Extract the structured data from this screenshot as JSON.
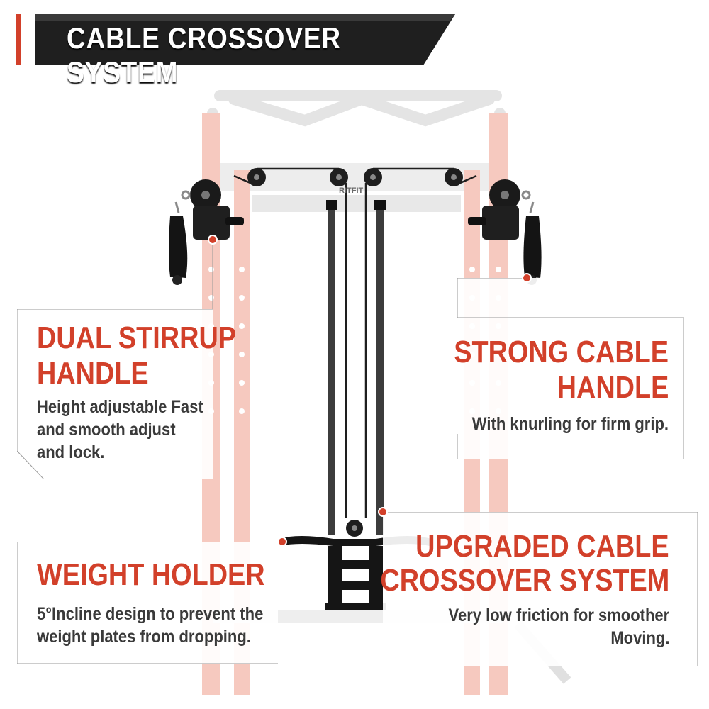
{
  "header": {
    "title": "CABLE CROSSOVER SYSTEM"
  },
  "brand": {
    "logo_text": "RITFIT"
  },
  "colors": {
    "accent": "#d2402a",
    "dark": "#1f1f1f",
    "text": "#3a3a3a",
    "frame": "#f2b7aa"
  },
  "callouts": [
    {
      "title_lines": [
        "DUAL STIRRUP",
        "HANDLE"
      ],
      "desc_lines": [
        "Height adjustable Fast",
        "and smooth adjust",
        "and lock."
      ]
    },
    {
      "title_lines": [
        "STRONG CABLE",
        "HANDLE"
      ],
      "desc_lines": [
        "With knurling for firm grip."
      ]
    },
    {
      "title_lines": [
        "WEIGHT HOLDER"
      ],
      "desc_lines": [
        "5°Incline design to prevent the",
        "weight plates from dropping."
      ]
    },
    {
      "title_lines": [
        "UPGRADED CABLE",
        "CROSSOVER SYSTEM"
      ],
      "desc_lines": [
        "Very low friction for smoother",
        "Moving."
      ]
    }
  ]
}
